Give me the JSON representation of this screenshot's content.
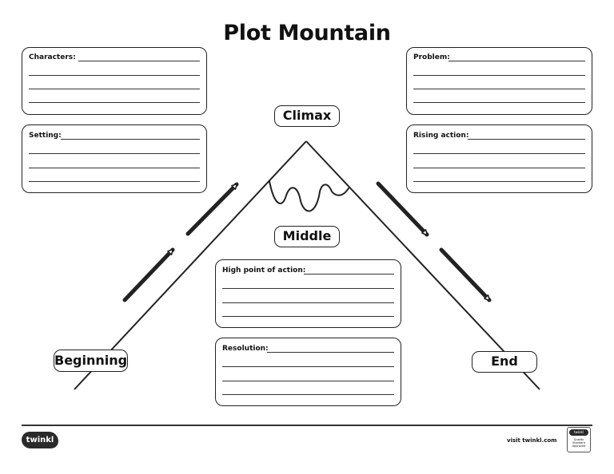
{
  "title": "Plot Mountain",
  "boxes": {
    "characters": "Characters:",
    "setting": "Setting:",
    "problem": "Problem:",
    "rising_action": "Rising action:",
    "high_point": "High point of action:",
    "resolution": "Resolution:"
  },
  "stages": {
    "climax": "Climax",
    "middle": "Middle",
    "beginning": "Beginning",
    "end": "End"
  },
  "footer": {
    "logo": "twinkl",
    "visit": "visit twinkl.com",
    "badge_logo": "twinkl",
    "badge_text": "Quality Standard Approved"
  }
}
